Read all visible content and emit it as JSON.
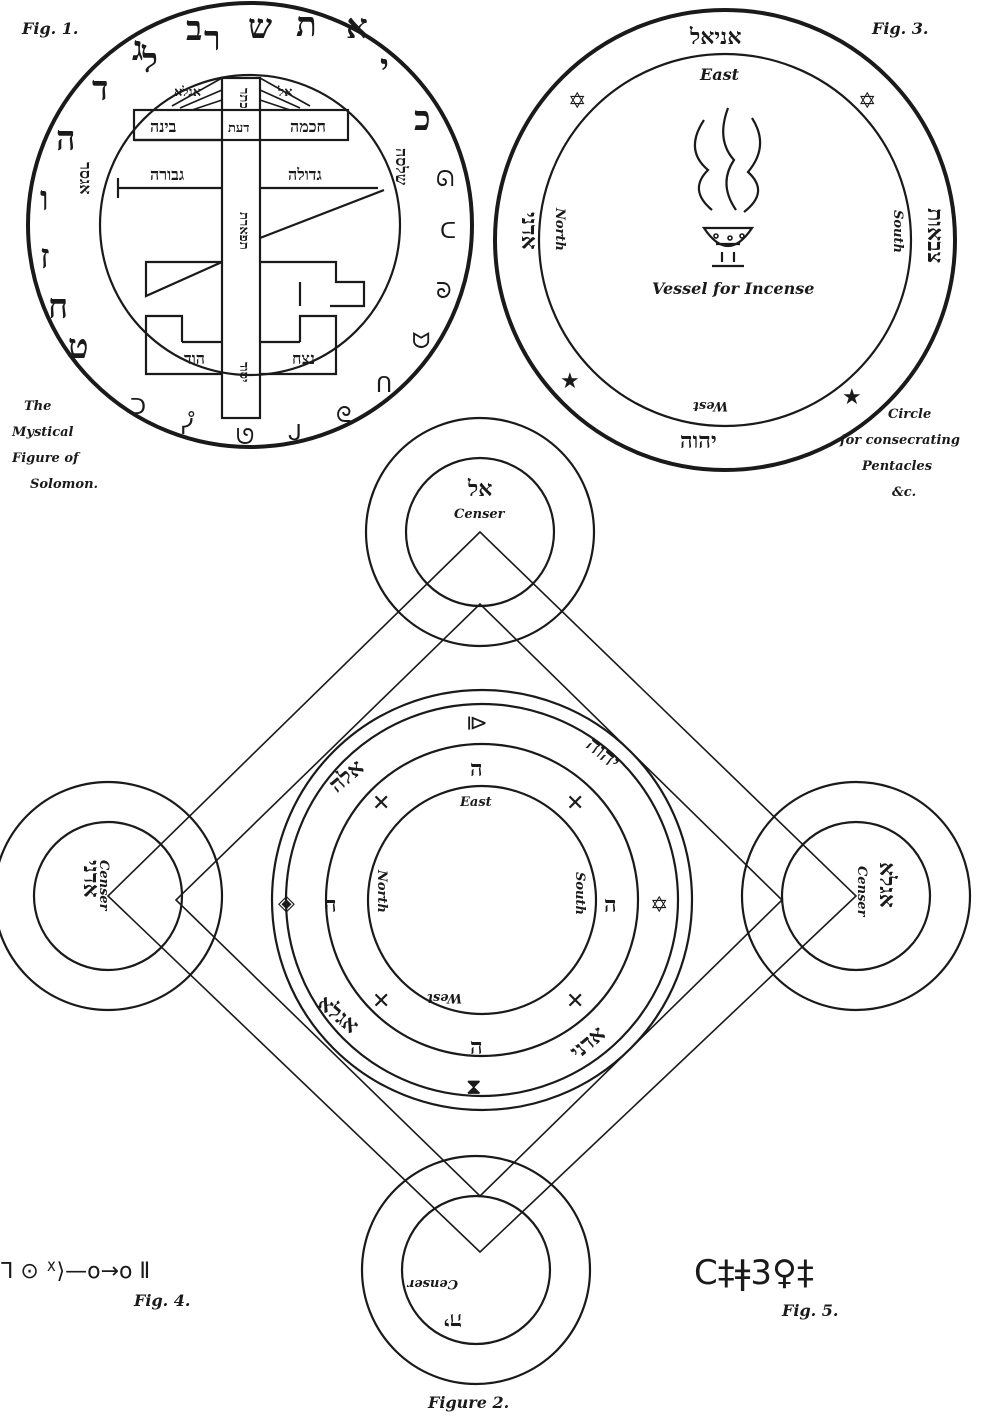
{
  "fig1": {
    "caption": "Fig. 1.",
    "subtitle_lines": [
      "The",
      "Mystical",
      "Figure of",
      "Solomon."
    ],
    "ring_letters": [
      "ל",
      "ר",
      "ש",
      "ת",
      "א",
      "ב",
      "ג",
      "ד",
      "ה",
      "ו",
      "ז",
      "ח",
      "ט",
      "י",
      "כ"
    ],
    "ring_glyphs": [
      "ᘏ",
      "ᑕ",
      "ᘐ",
      "ᗢ",
      "ᑎ",
      "ᘓ",
      "ᒍ",
      "ᘎ",
      "ᓮ",
      "ᑐ"
    ],
    "crown": "כתר",
    "chokmah": "חכמה",
    "binah": "בינה",
    "daath": "דעת",
    "gedulah": "גדולה",
    "geburah": "גבורה",
    "tiphereth": "תפארת",
    "netzach": "נצח",
    "hod": "הוד",
    "yesod": "יסוד",
    "el": "אל",
    "agla": "אגלא",
    "left_word": "אגסר",
    "right_word": "שלסה"
  },
  "fig3": {
    "caption": "Fig. 3.",
    "top_name": "אניאל",
    "left_name": "אדני",
    "right_name": "צבאות",
    "bottom_name": "יהוה",
    "east": "East",
    "north": "North",
    "south": "South",
    "west": "West",
    "vessel_label": "Vessel for Incense",
    "subtitle_lines": [
      "Circle",
      "for consecrating",
      "Pentacles",
      "&c."
    ]
  },
  "fig2": {
    "caption": "Figure 2.",
    "censer_label": "Censer",
    "censer_top_name": "אל",
    "censer_left_name": "אדני",
    "censer_right_name": "אגלא",
    "censer_bottom_name": "יה",
    "east": "East",
    "north": "North",
    "south": "South",
    "west": "West",
    "name_nw": "אלה",
    "name_ne": "יהוה",
    "name_sw": "אגלא",
    "name_se": "אדני",
    "letter_top": "ה",
    "letter_left": "ה",
    "letter_right": "ה",
    "letter_bottom": "ה"
  },
  "fig4": {
    "caption": "Fig. 4.",
    "glyphs": "ᒣ ⊙ ᕽ⟩—ο→ο Ⅱ"
  },
  "fig5": {
    "caption": "Fig. 5.",
    "glyphs": "C‡ǂ3♀‡"
  }
}
